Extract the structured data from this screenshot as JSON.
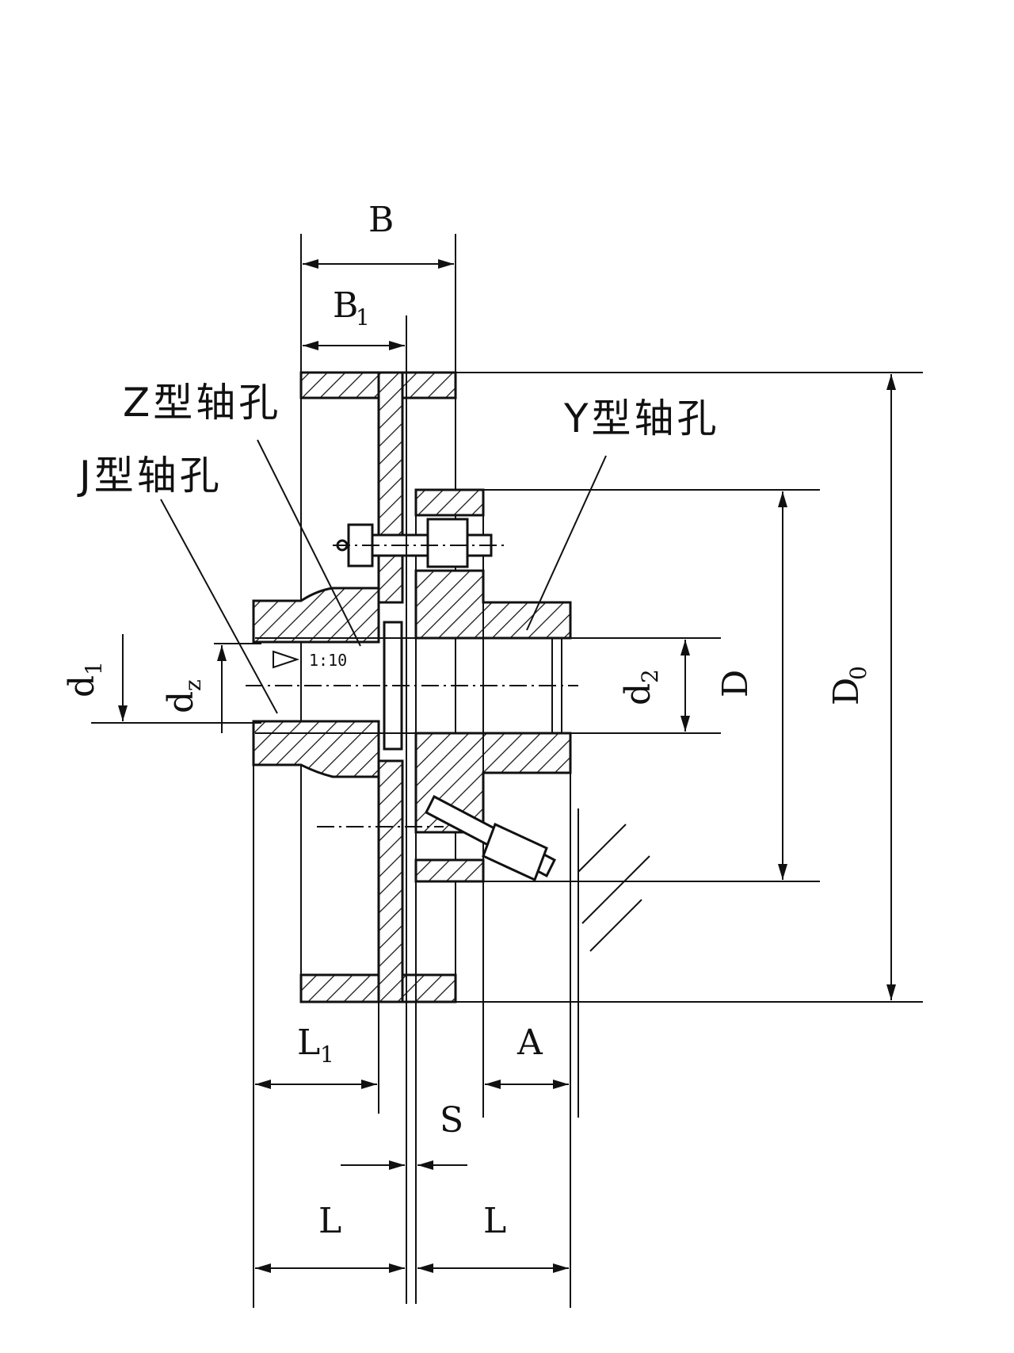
{
  "labels": {
    "B": "B",
    "B1": "B",
    "B1_sub": "1",
    "z_bore": "Z型轴孔",
    "j_bore": "J型轴孔",
    "y_bore": "Y型轴孔",
    "taper": "1:10",
    "d1": "d",
    "d1_sub": "1",
    "dz": "d",
    "dz_sub": "z",
    "d2": "d",
    "d2_sub": "2",
    "D": "D",
    "D0": "D",
    "D0_sub": "0",
    "L1": "L",
    "L1_sub": "1",
    "A": "A",
    "S": "S",
    "L_left": "L",
    "L_right": "L"
  },
  "colors": {
    "line": "#111111",
    "background": "#ffffff"
  }
}
